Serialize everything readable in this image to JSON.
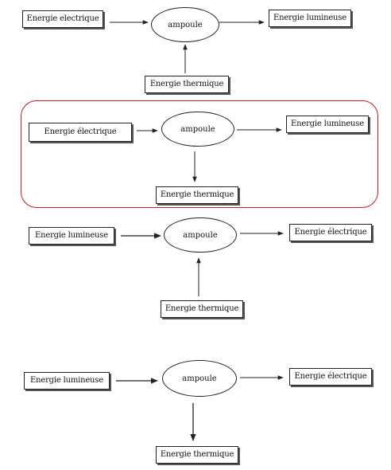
{
  "options": [
    {
      "input": "Energie electrique",
      "device": "ampoule",
      "output": "Energie lumineuse",
      "secondary": "Energie thermique",
      "secondary_direction": "in",
      "highlighted": false
    },
    {
      "input": "Energie électrique",
      "device": "ampoule",
      "output": "Energie lumineuse",
      "secondary": "Energie thermique",
      "secondary_direction": "out",
      "highlighted": true
    },
    {
      "input": "Energie lumineuse",
      "device": "ampoule",
      "output": "Energie électrique",
      "secondary": "Energie thermique",
      "secondary_direction": "in",
      "highlighted": false
    },
    {
      "input": "Energie lumineuse",
      "device": "ampoule",
      "output": "Energie électrique",
      "secondary": "Energie thermique",
      "secondary_direction": "out",
      "highlighted": false
    }
  ],
  "colors": {
    "highlight": "#c0202a",
    "ink": "#222222"
  }
}
